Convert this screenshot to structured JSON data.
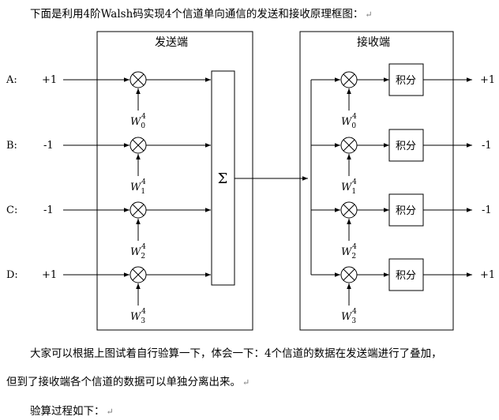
{
  "intro": "下面是利用4阶Walsh码实现4个信道单向通信的发送和接收原理框图：",
  "paragraph_mark": "↵",
  "sender_title": "发送端",
  "receiver_title": "接收端",
  "sum_symbol": "Σ",
  "integrator_label": "积分",
  "walsh_base": "W",
  "walsh_order": "4",
  "channels": [
    {
      "label": "A:",
      "input": "+1",
      "code_index": "0",
      "output": "+1"
    },
    {
      "label": "B:",
      "input": "-1",
      "code_index": "1",
      "output": "-1"
    },
    {
      "label": "C:",
      "input": "-1",
      "code_index": "2",
      "output": "-1"
    },
    {
      "label": "D:",
      "input": "+1",
      "code_index": "3",
      "output": "+1"
    }
  ],
  "para1_line1": "大家可以根据上图试着自行验算一下，体会一下：4个信道的数据在发送端进行了叠加，",
  "para1_line2": "但到了接收端各个信道的数据可以单独分离出来。",
  "para2": "验算过程如下："
}
